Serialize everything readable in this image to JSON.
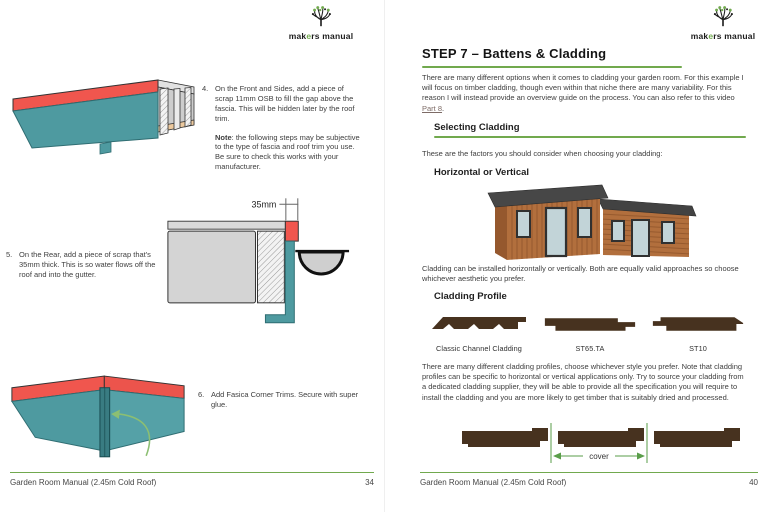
{
  "colors": {
    "accent_green": "#71a94e",
    "scrap_red": "#f0564e",
    "fascia_teal": "#4e9aa0",
    "trim_teal_dark": "#397c82",
    "profile_brown": "#47321f",
    "cladding_wood": "#b26f3d",
    "link": "#7d6b66"
  },
  "logo": {
    "word_start": "mak",
    "word_accent": "e",
    "word_end": "rs manual"
  },
  "left_page": {
    "steps": [
      {
        "num": "4.",
        "text": "On the Front and Sides, add a piece of scrap 11mm OSB to fill the gap above the fascia. This will be hidden later by the roof trim.",
        "note_label": "Note",
        "note_text": ": the following steps may be subjective to the type of fascia and roof trim you use. Be sure to check this works with your manufacturer."
      },
      {
        "num": "5.",
        "text": "On the Rear, add a piece of scrap that's 35mm thick. This is so water flows off the roof and into the gutter."
      },
      {
        "num": "6.",
        "text": "Add Fasica Corner Trims. Secure with super glue."
      }
    ],
    "dim_label": "35mm",
    "footer": {
      "title": "Garden Room Manual (2.45m Cold Roof)",
      "page": "34"
    }
  },
  "right_page": {
    "heading": "STEP 7 – Battens & Cladding",
    "intro": "There are many different options when it comes to cladding your garden room. For this example I will focus on timber cladding, though even within that niche there are many variability. For this reason I will instead provide an overview guide on the process. You can also refer to this video ",
    "intro_link": "Part 8",
    "intro_after": ".",
    "sections": {
      "selecting_heading": "Selecting Cladding",
      "factors": "These are the factors you should consider when choosing your cladding:",
      "horizontal_vertical_heading": "Horizontal or Vertical",
      "install_note": "Cladding can be installed horizontally or vertically. Both are equally valid approaches so choose whichever aesthetic you prefer.",
      "profile_heading": "Cladding Profile",
      "profiles": [
        "Classic Channel Cladding",
        "ST65.TA",
        "ST10"
      ],
      "profiles_note": "There are many different cladding profiles, choose whichever style you prefer. Note that cladding profiles can be specific to horizontal or vertical applications only. Try to source your cladding from a dedicated cladding supplier, they will be able to provide all the specification you will require to install the cladding and you are more likely to get timber that is suitably dried and processed.",
      "cover_label": "cover"
    },
    "footer": {
      "title": "Garden Room Manual (2.45m Cold Roof)",
      "page": "40"
    }
  }
}
